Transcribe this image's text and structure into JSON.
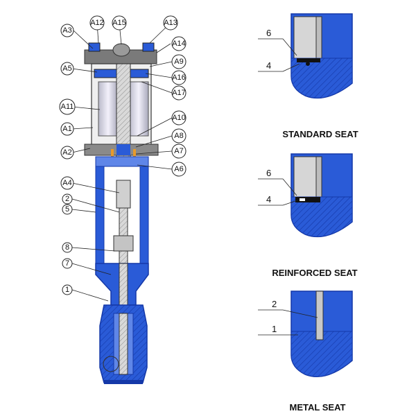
{
  "colors": {
    "blue": "#2a5bd7",
    "blue_dark": "#1438a8",
    "blue_light": "#5f86e8",
    "grey": "#c9c9c9",
    "grey_dark": "#8f8f8f",
    "lavender": "#cfc3ef",
    "ink": "#111111"
  },
  "actuator_callouts": {
    "a1": "A1",
    "a2": "A2",
    "a3": "A3",
    "a4": "A4",
    "a5": "A5",
    "a6": "A6",
    "a7": "A7",
    "a8": "A8",
    "a9": "A9",
    "a10": "A10",
    "a11": "A11",
    "a12": "A12",
    "a13": "A13",
    "a14": "A14",
    "a15": "A15",
    "a16": "A16",
    "a17": "A17",
    "p1": "1",
    "p2": "2",
    "p5": "5",
    "p7": "7",
    "p8": "8"
  },
  "seats": {
    "standard": {
      "caption": "STANDARD SEAT",
      "label_top": "6",
      "label_bottom": "4"
    },
    "reinforced": {
      "caption": "REINFORCED SEAT",
      "label_top": "6",
      "label_bottom": "4"
    },
    "metal": {
      "caption": "METAL SEAT",
      "label_top": "2",
      "label_bottom": "1"
    }
  }
}
